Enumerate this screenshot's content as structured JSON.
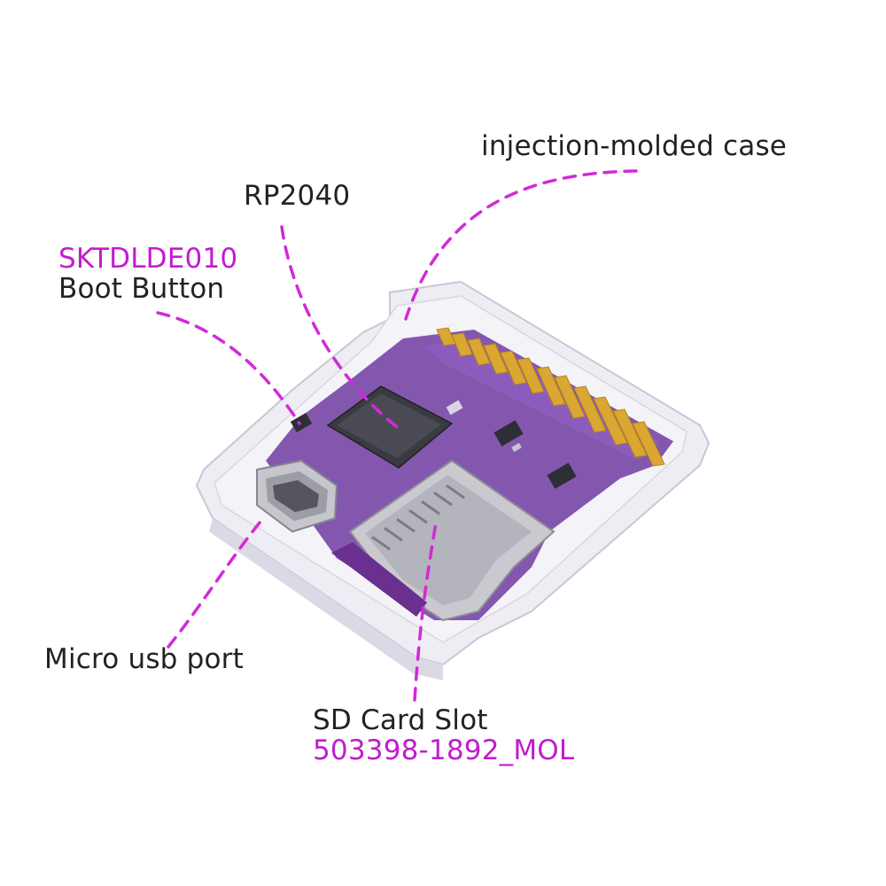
{
  "labels": {
    "case": {
      "name": "injection-molded case"
    },
    "rp2040": {
      "name": "RP2040"
    },
    "boot": {
      "part": "SKTDLDE010",
      "name": "Boot Button"
    },
    "usb": {
      "name": "Micro usb port"
    },
    "sd": {
      "name": "SD Card Slot",
      "part": "503398-1892_MOL"
    }
  },
  "colors": {
    "accent": "#c21bd0",
    "leader": "#d12ad9",
    "pcb": "#7a4aa8",
    "case": "#eceaf2",
    "contacts": "#d9a732",
    "text": "#222222"
  }
}
